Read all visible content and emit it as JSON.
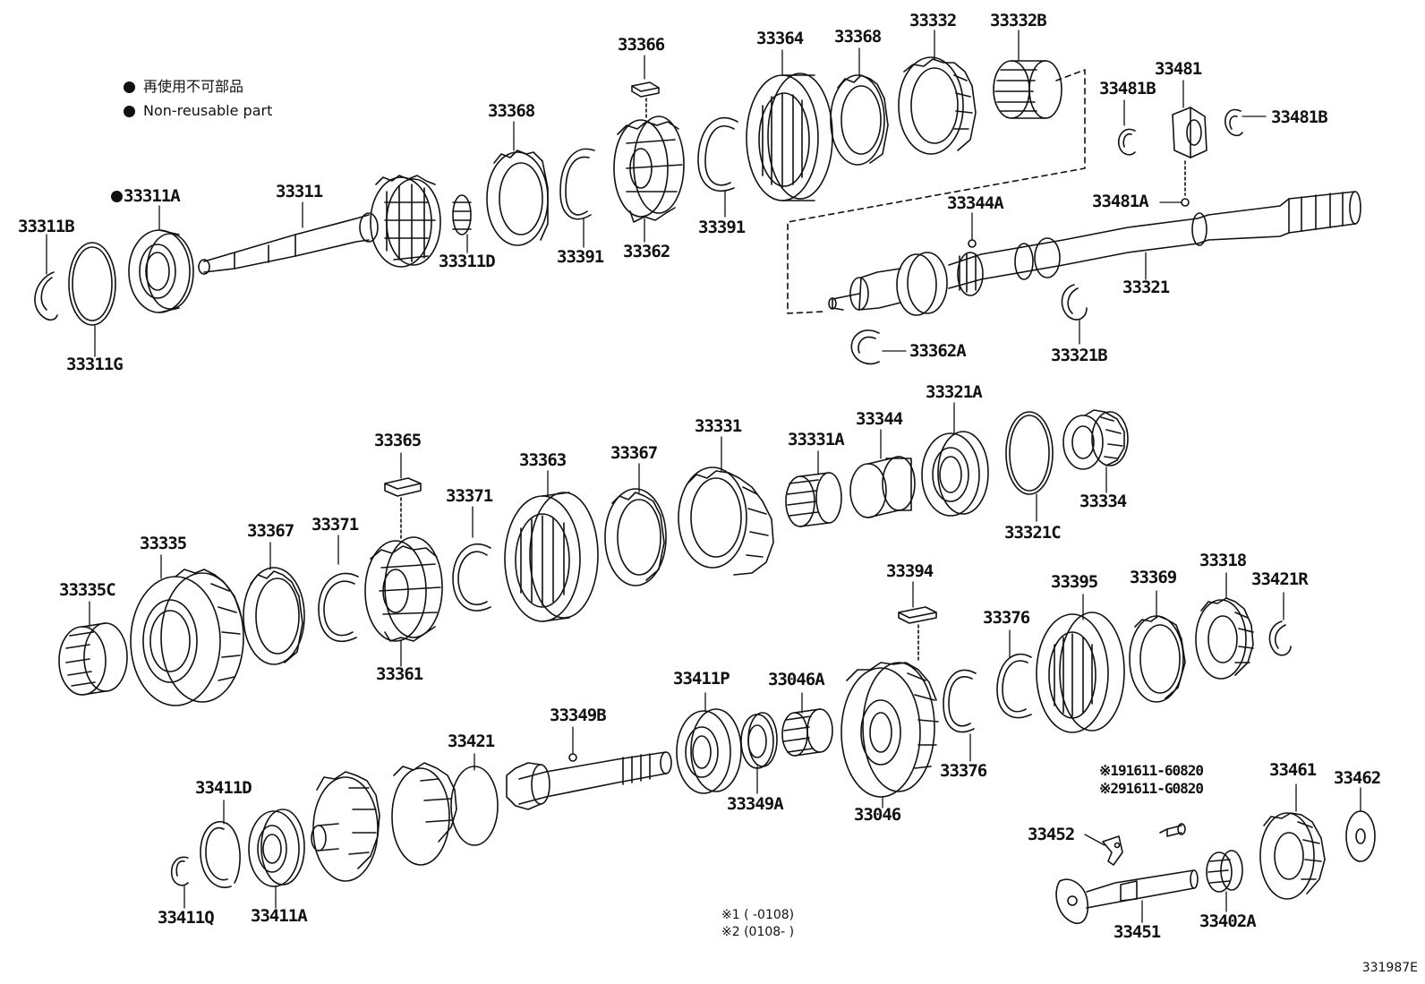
{
  "legend": {
    "jp": "再使用不可部品",
    "en": "Non-reusable part"
  },
  "parts": [
    {
      "id": "p_33311A",
      "label": "33311A",
      "marked": true
    },
    {
      "id": "p_33311B",
      "label": "33311B"
    },
    {
      "id": "p_33311G",
      "label": "33311G"
    },
    {
      "id": "p_33311",
      "label": "33311"
    },
    {
      "id": "p_33311D",
      "label": "33311D"
    },
    {
      "id": "p_33368a",
      "label": "33368"
    },
    {
      "id": "p_33391a",
      "label": "33391"
    },
    {
      "id": "p_33366",
      "label": "33366"
    },
    {
      "id": "p_33362",
      "label": "33362"
    },
    {
      "id": "p_33391b",
      "label": "33391"
    },
    {
      "id": "p_33364",
      "label": "33364"
    },
    {
      "id": "p_33368b",
      "label": "33368"
    },
    {
      "id": "p_33332",
      "label": "33332"
    },
    {
      "id": "p_33332B",
      "label": "33332B"
    },
    {
      "id": "p_33481B_l",
      "label": "33481B"
    },
    {
      "id": "p_33481",
      "label": "33481"
    },
    {
      "id": "p_33481B_r",
      "label": "33481B"
    },
    {
      "id": "p_33481A",
      "label": "33481A"
    },
    {
      "id": "p_33344A",
      "label": "33344A"
    },
    {
      "id": "p_33321",
      "label": "33321"
    },
    {
      "id": "p_33362A",
      "label": "33362A"
    },
    {
      "id": "p_33321B",
      "label": "33321B"
    },
    {
      "id": "p_33365",
      "label": "33365"
    },
    {
      "id": "p_33363",
      "label": "33363"
    },
    {
      "id": "p_33367a",
      "label": "33367"
    },
    {
      "id": "p_33331",
      "label": "33331"
    },
    {
      "id": "p_33331A",
      "label": "33331A"
    },
    {
      "id": "p_33344",
      "label": "33344"
    },
    {
      "id": "p_33321A",
      "label": "33321A"
    },
    {
      "id": "p_33321C",
      "label": "33321C"
    },
    {
      "id": "p_33334",
      "label": "33334"
    },
    {
      "id": "p_33335",
      "label": "33335"
    },
    {
      "id": "p_33335C",
      "label": "33335C"
    },
    {
      "id": "p_33367b",
      "label": "33367"
    },
    {
      "id": "p_33371a",
      "label": "33371"
    },
    {
      "id": "p_33371b",
      "label": "33371"
    },
    {
      "id": "p_33361",
      "label": "33361"
    },
    {
      "id": "p_33394",
      "label": "33394"
    },
    {
      "id": "p_33395",
      "label": "33395"
    },
    {
      "id": "p_33369",
      "label": "33369"
    },
    {
      "id": "p_33318",
      "label": "33318"
    },
    {
      "id": "p_33421R",
      "label": "33421R"
    },
    {
      "id": "p_33376a",
      "label": "33376"
    },
    {
      "id": "p_33376b",
      "label": "33376"
    },
    {
      "id": "p_33411P",
      "label": "33411P"
    },
    {
      "id": "p_33046A",
      "label": "33046A"
    },
    {
      "id": "p_33349B",
      "label": "33349B"
    },
    {
      "id": "p_33421",
      "label": "33421"
    },
    {
      "id": "p_33349A",
      "label": "33349A"
    },
    {
      "id": "p_33046",
      "label": "33046"
    },
    {
      "id": "p_33411D",
      "label": "33411D"
    },
    {
      "id": "p_33411Q",
      "label": "33411Q"
    },
    {
      "id": "p_33411A",
      "label": "33411A"
    },
    {
      "id": "p_bolt1",
      "label": "※191611-60820"
    },
    {
      "id": "p_bolt2",
      "label": "※291611-G0820"
    },
    {
      "id": "p_33452",
      "label": "33452"
    },
    {
      "id": "p_33461",
      "label": "33461"
    },
    {
      "id": "p_33462",
      "label": "33462"
    },
    {
      "id": "p_33451",
      "label": "33451"
    },
    {
      "id": "p_33402A",
      "label": "33402A"
    }
  ],
  "notes": {
    "note1": "※1 (       -0108)",
    "note2": "※2 (0108-       )"
  },
  "figure_id": "331987E"
}
